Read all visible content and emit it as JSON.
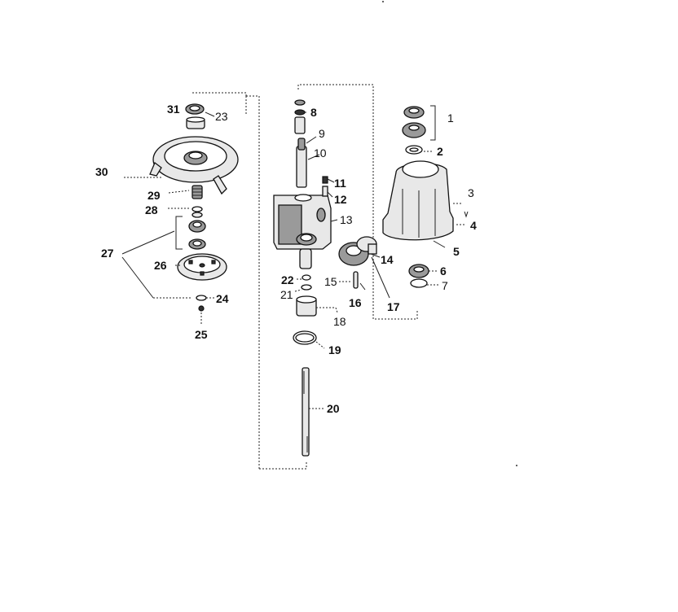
{
  "labels": {
    "p1": "1",
    "p2": "2",
    "p3": "3",
    "p4": "4",
    "p5": "5",
    "p6": "6",
    "p7": "7",
    "p8": "8",
    "p9": "9",
    "p10": "10",
    "p11": "11",
    "p12": "12",
    "p13": "13",
    "p14": "14",
    "p15": "15",
    "p16": "16",
    "p17": "17",
    "p18": "18",
    "p19": "19",
    "p20": "20",
    "p21": "21",
    "p22": "22",
    "p23": "23",
    "p24": "24",
    "p25": "25",
    "p26": "26",
    "p27": "27",
    "p28": "28",
    "p29": "29",
    "p30": "30",
    "p31": "31"
  }
}
